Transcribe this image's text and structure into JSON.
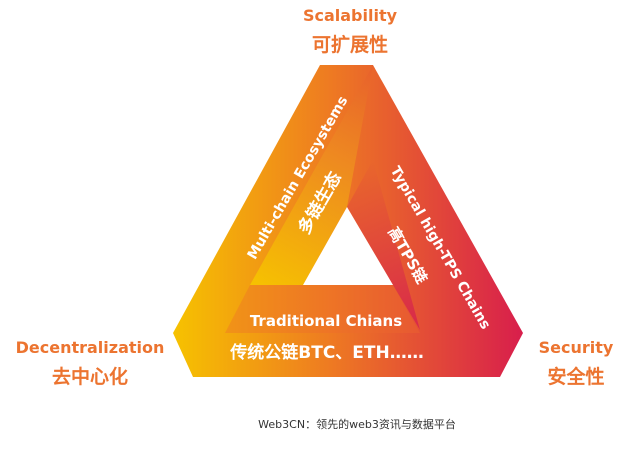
{
  "corners": {
    "top": {
      "en": "Scalability",
      "zh": "可扩展性"
    },
    "left": {
      "en": "Decentralization",
      "zh": "去中心化"
    },
    "right": {
      "en": "Security",
      "zh": "安全性"
    }
  },
  "sides": {
    "left": {
      "en": "Multi-chain Ecosystems",
      "zh": "多链生态"
    },
    "right": {
      "en": "Typical high-TPS Chains",
      "zh": "高TPS链"
    },
    "bottom": {
      "en": "Traditional Chians",
      "zh": "传统公链BTC、ETH……"
    }
  },
  "caption": "Web3CN：领先的web3资讯与数据平台",
  "colors": {
    "label": "#ec7430",
    "yellow": "#f6c200",
    "orange": "#ee7a22",
    "crimson": "#d81e4c"
  }
}
